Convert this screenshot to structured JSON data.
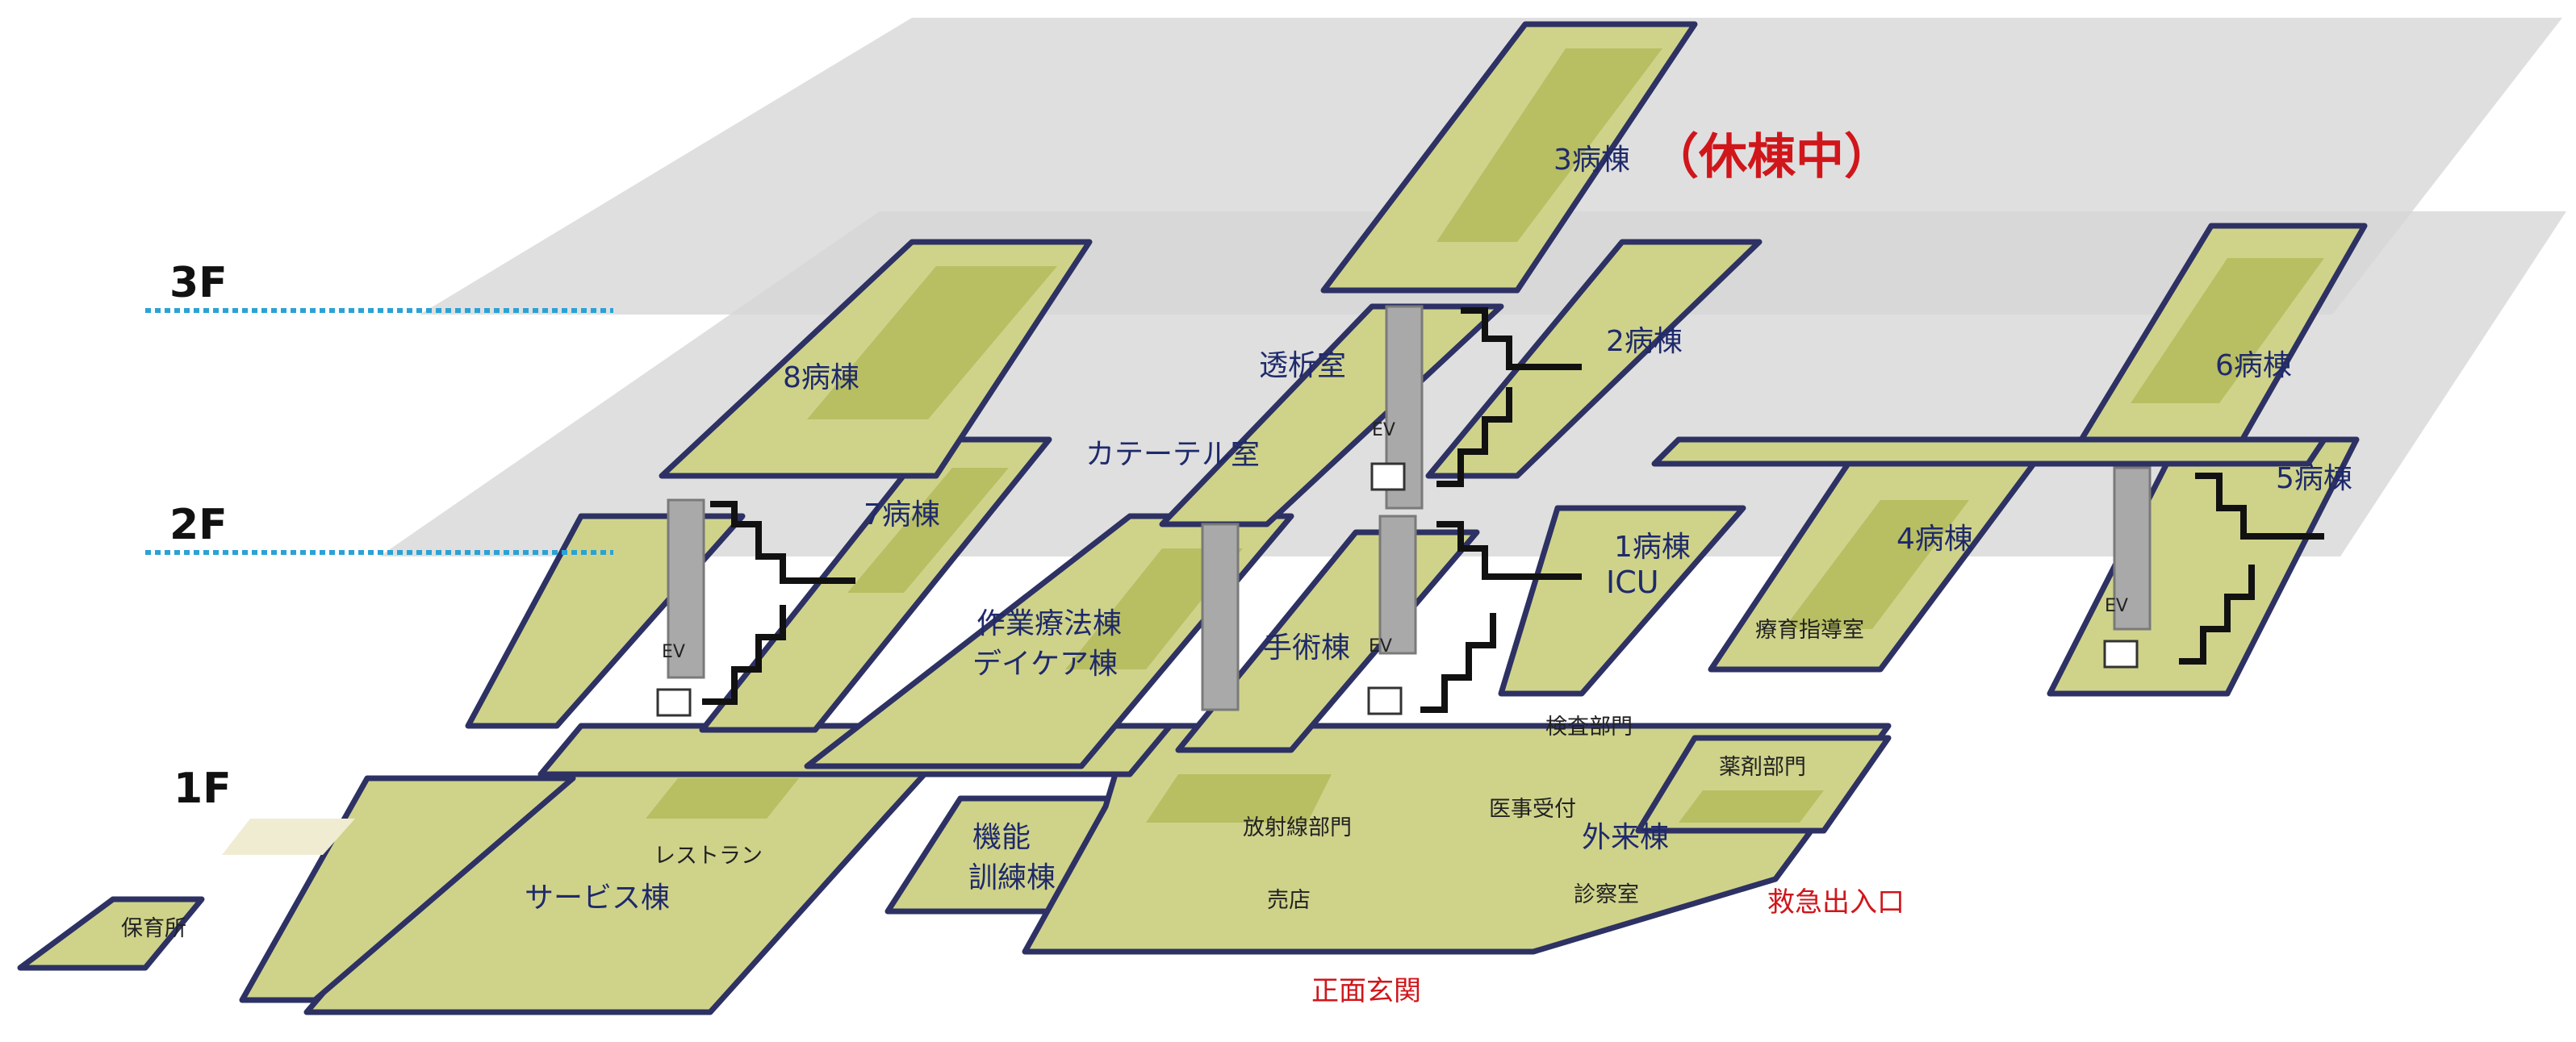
{
  "floors": {
    "f3": "3F",
    "f2": "2F",
    "f1": "1F"
  },
  "closed_note": "（休棟中）",
  "wards": {
    "w3": "3病棟",
    "w8": "8病棟",
    "w2": "2病棟",
    "w6": "6病棟",
    "w7": "7病棟",
    "w5": "5病棟",
    "w1": "1病棟",
    "icu": "ICU",
    "w4": "4病棟"
  },
  "rooms": {
    "dialysis": "透析室",
    "catheter": "カテーテル室",
    "ot_ward": "作業療法棟",
    "daycare": "デイケア棟",
    "surgery": "手術棟",
    "nurture": "療育指導室",
    "exam": "検査部門",
    "pharmacy": "薬剤部門",
    "radiology": "放射線部門",
    "reception": "医事受付",
    "outpatient": "外来棟",
    "functional_1": "機能",
    "functional_2": "訓練棟",
    "restaurant": "レストラン",
    "service": "サービス棟",
    "nursery": "保育所",
    "shop": "売店",
    "consult": "診察室"
  },
  "entrances": {
    "main": "正面玄関",
    "emergency": "救急出入口"
  },
  "ev_label": "EV",
  "colors": {
    "building_fill": "#cfd38a",
    "building_outline": "#2d3163",
    "slab": "#d6d6d6",
    "text_ward": "#1f2a6b",
    "text_red": "#d0161b",
    "floor_line": "#2aa2d6"
  },
  "icons": [
    "elevator-icon",
    "staircase-icon"
  ]
}
